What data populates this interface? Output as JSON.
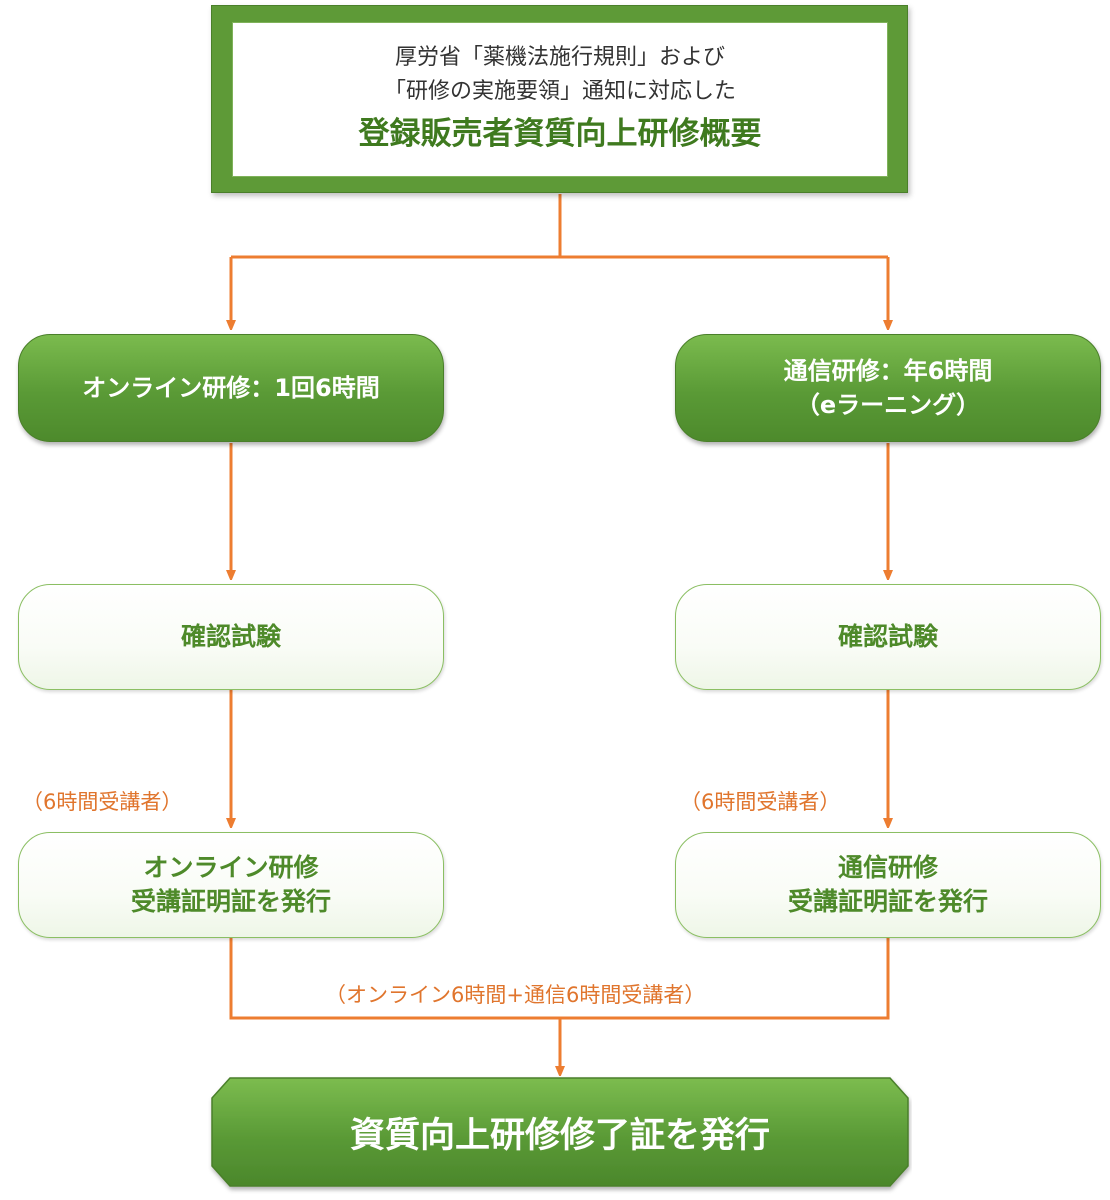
{
  "colors": {
    "green_dark": "#4e8a2a",
    "green_fill": "#5e9a37",
    "green_text": "#3f7a1f",
    "orange_arrow": "#ed7d31",
    "orange_note": "#e0752d"
  },
  "title_box": {
    "line1": "厚労省「薬機法施行規則」および",
    "line2": "「研修の実施要領」通知に対応した",
    "main": "登録販売者資質向上研修概要"
  },
  "left_branch": {
    "header": "オンライン研修：1回6時間",
    "exam": "確認試験",
    "note": "（6時間受講者）",
    "certificate_line1": "オンライン研修",
    "certificate_line2": "受講証明証を発行"
  },
  "right_branch": {
    "header_line1": "通信研修：年6時間",
    "header_line2": "（eラーニング）",
    "exam": "確認試験",
    "note": "（6時間受講者）",
    "certificate_line1": "通信研修",
    "certificate_line2": "受講証明証を発行"
  },
  "merge_note": "（オンライン6時間+通信6時間受講者）",
  "final": "資質向上研修修了証を発行"
}
